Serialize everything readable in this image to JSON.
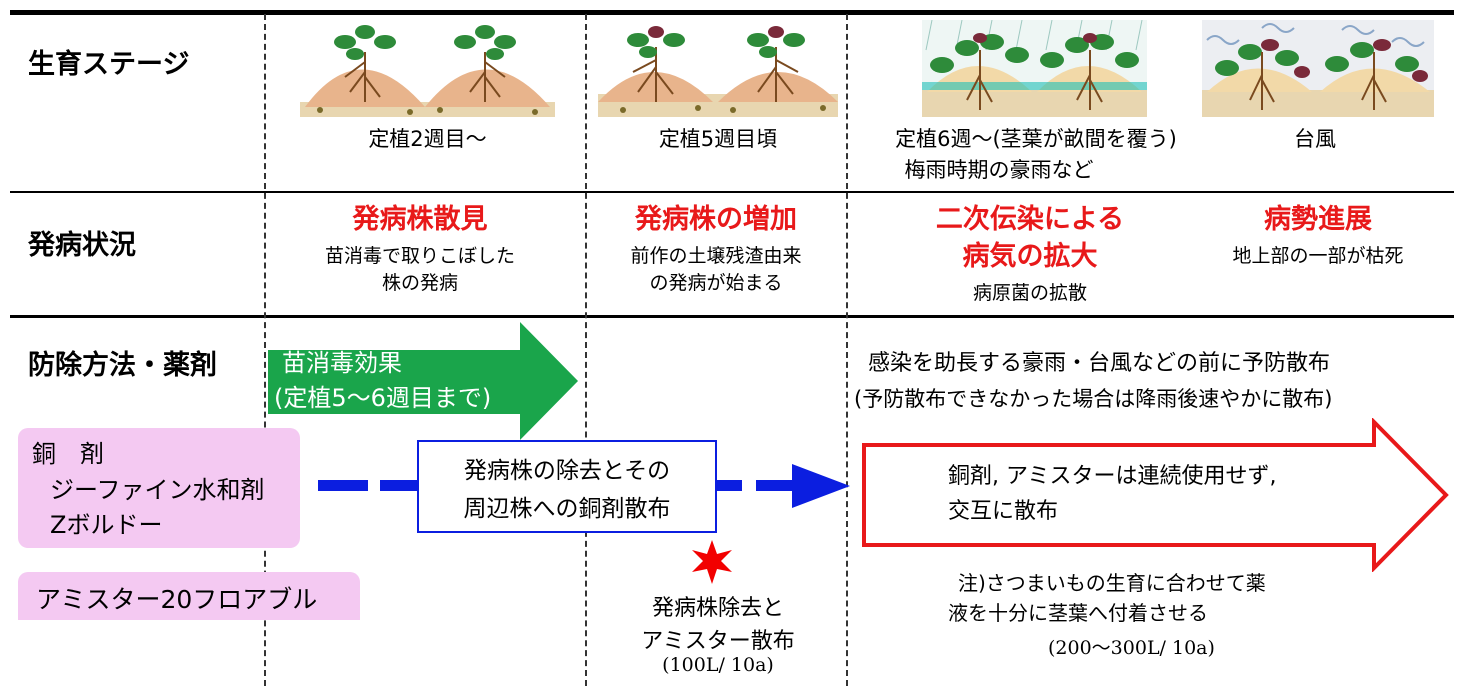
{
  "rows": {
    "stage": "生育ステージ",
    "condition": "発病状況",
    "control": "防除方法・薬剤"
  },
  "stages": {
    "s1": "定植2週目～",
    "s2": "定植5週目頃",
    "s3_line1": "定植6週～(茎葉が畝間を覆う)",
    "s3_line2": "梅雨時期の豪雨など",
    "s4": "台風"
  },
  "conditions": {
    "c1_title": "発病株散見",
    "c1_sub_line1": "苗消毒で取りこぼした",
    "c1_sub_line2": "株の発病",
    "c2_title": "発病株の増加",
    "c2_sub_line1": "前作の土壌残渣由来",
    "c2_sub_line2": "の発病が始まる",
    "c3_title_line1": "二次伝染による",
    "c3_title_line2": "病気の拡大",
    "c3_sub": "病原菌の拡散",
    "c4_title": "病勢進展",
    "c4_sub": "地上部の一部が枯死"
  },
  "control": {
    "green_arrow_line1": "苗消毒効果",
    "green_arrow_line2": "(定植5～6週目まで)",
    "copper_title": "銅　剤",
    "copper_item1": "ジーファイン水和剤",
    "copper_item2": "Zボルドー",
    "amistar_label": "アミスター20フロアブル",
    "removal_line1": "発病株の除去とその",
    "removal_line2": "周辺株への銅剤散布",
    "star_line1": "発病株除去と",
    "star_line2": "アミスター散布",
    "star_line3": "(100L/ 10a)",
    "prevent_line1": "感染を助長する豪雨・台風などの前に予防散布",
    "prevent_line2": "(予防散布できなかった場合は降雨後速やかに散布)",
    "red_arrow_line1": "銅剤, アミスターは連続使用せず,",
    "red_arrow_line2": "交互に散布",
    "note_line1": "注)さつまいもの生育に合わせて薬",
    "note_line2": "液を十分に茎葉へ付着させる",
    "note_line3": "(200～300L/ 10a)"
  },
  "colors": {
    "green_arrow": "#1aa54b",
    "red_text": "#e8191a",
    "blue_arrow": "#0b1ee0",
    "pink_box": "#f4c9f2",
    "red_arrow_border": "#e8191a"
  },
  "icons": {
    "stage1": "sweet-potato-ridge-illustration",
    "stage2": "sweet-potato-ridge-illustration",
    "stage3": "sweet-potato-heavy-rain-illustration",
    "stage4": "sweet-potato-typhoon-illustration",
    "star": "red-star-burst-icon"
  }
}
